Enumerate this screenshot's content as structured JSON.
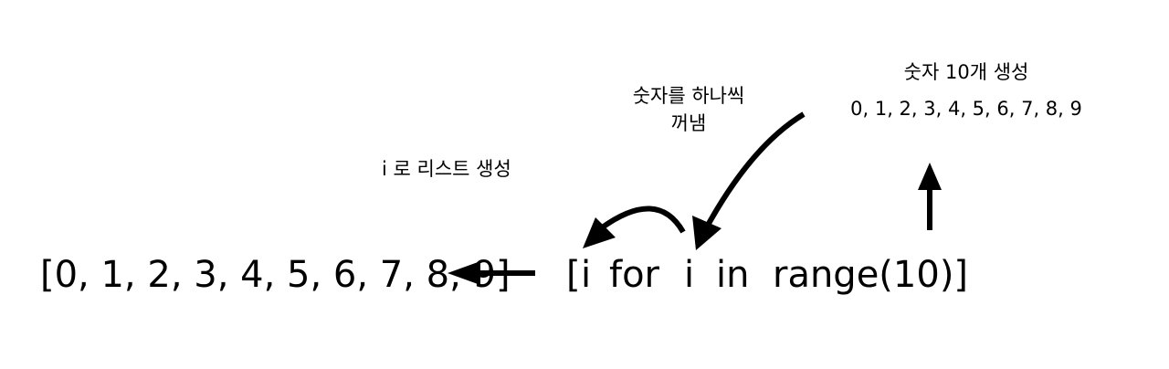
{
  "labels": {
    "result_list": "[0, 1, 2, 3, 4, 5, 6, 7, 8, 9]",
    "expr_open_bracket": "[",
    "expr_i_first": "i",
    "expr_for": "for",
    "expr_i_second": "i",
    "expr_in": "in",
    "expr_range": "range(10)]",
    "create_list_note": "i 로 리스트 생성",
    "take_out_line1": "숫자를 하나씩",
    "take_out_line2": "꺼냄",
    "generate_line1": "숫자 10개 생성",
    "generate_line2": "0, 1, 2, 3, 4, 5, 6, 7, 8, 9"
  },
  "colors": {
    "ink": "#000000",
    "background": "#ffffff"
  }
}
